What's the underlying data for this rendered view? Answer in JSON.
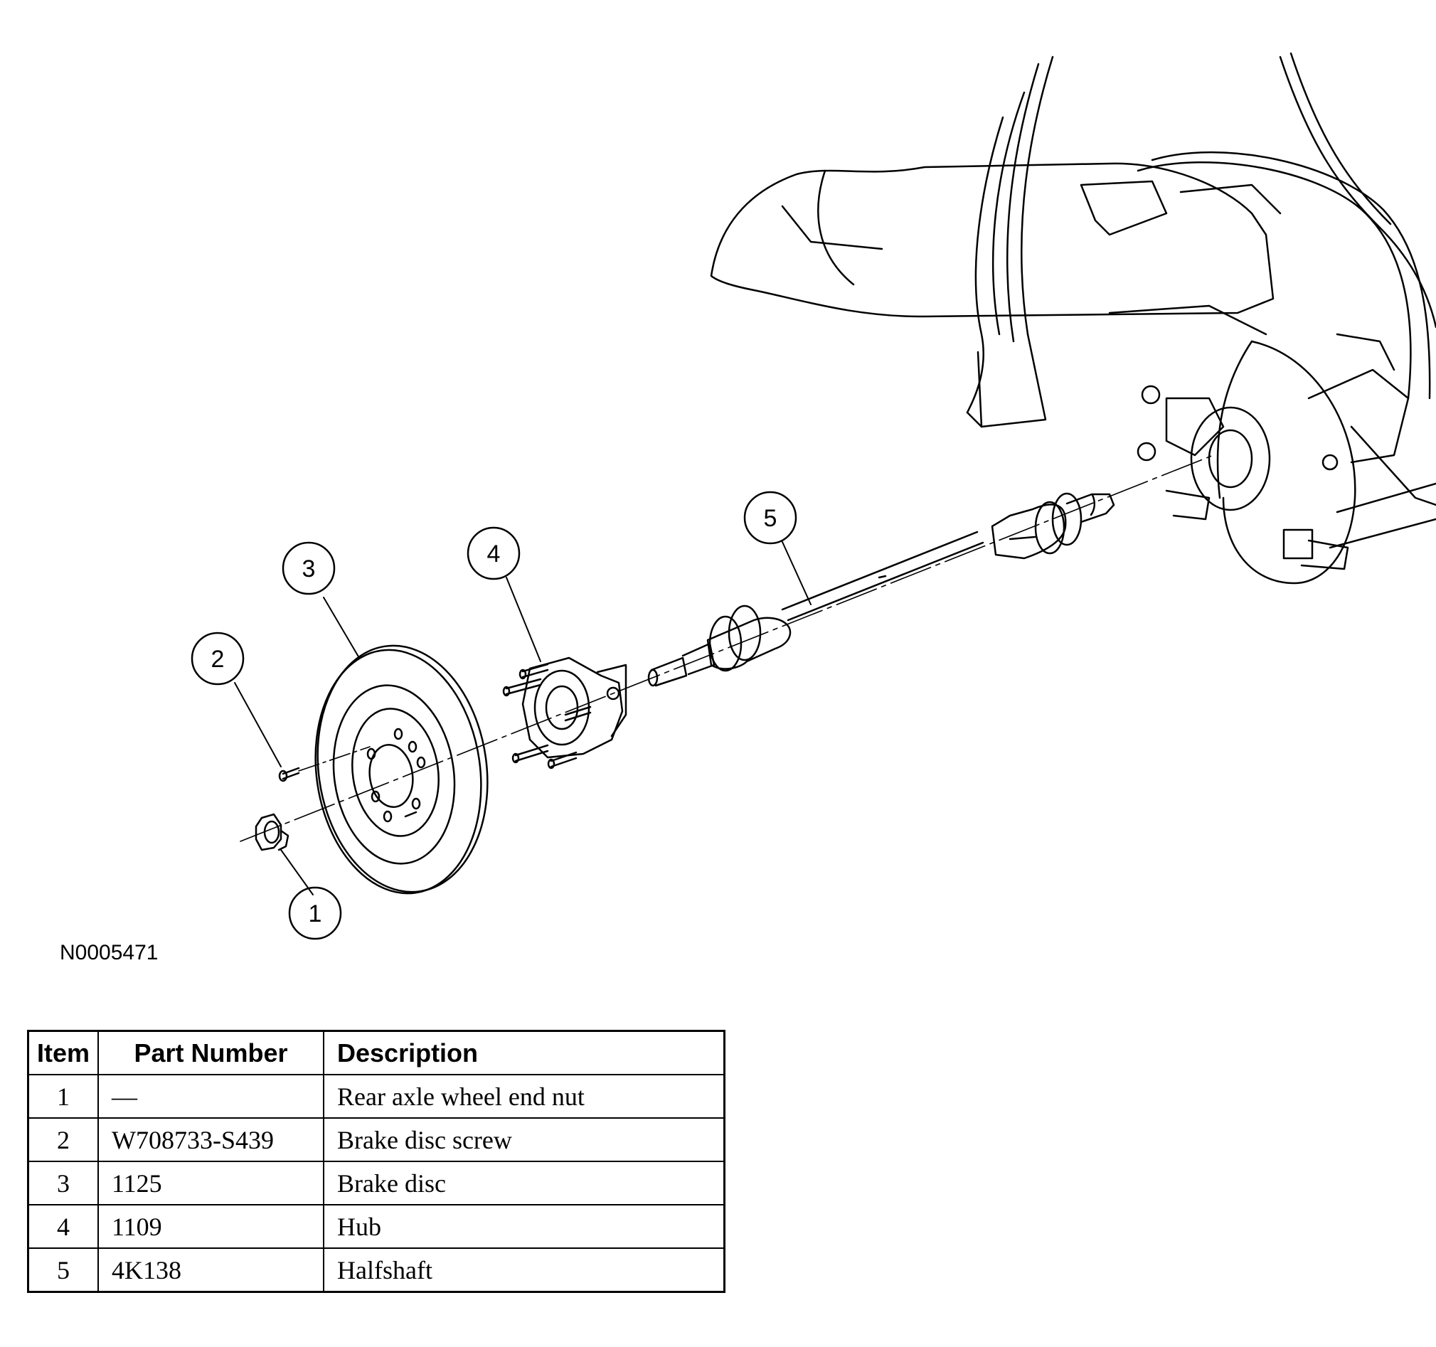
{
  "figure_id": "N0005471",
  "callouts": [
    "1",
    "2",
    "3",
    "4",
    "5"
  ],
  "table": {
    "headers": [
      "Item",
      "Part Number",
      "Description"
    ],
    "rows": [
      [
        "1",
        "—",
        "Rear axle wheel end nut"
      ],
      [
        "2",
        "W708733-S439",
        "Brake disc screw"
      ],
      [
        "3",
        "1125",
        "Brake disc"
      ],
      [
        "4",
        "1109",
        "Hub"
      ],
      [
        "5",
        "4K138",
        "Halfshaft"
      ]
    ]
  }
}
